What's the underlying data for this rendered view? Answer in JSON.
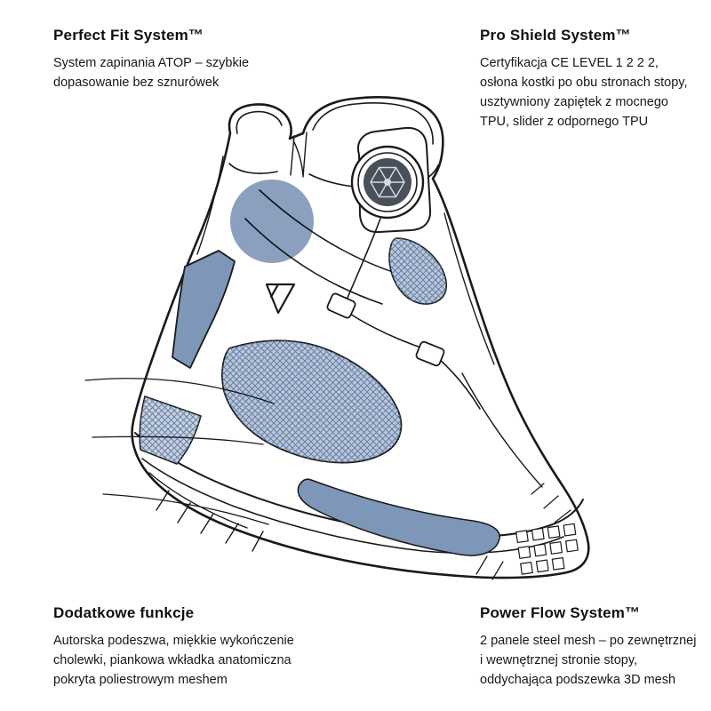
{
  "features": [
    {
      "id": "perfect-fit-system",
      "position": "top-left",
      "title": "Perfect Fit System™",
      "description": "System zapinania ATOP – szybkie dopasowanie bez sznurówek"
    },
    {
      "id": "pro-shield-system",
      "position": "top-right",
      "title": "Pro Shield System™",
      "description": "Certyfikacja CE LEVEL 1 2 2 2, osłona kostki po obu stronach stopy, usztywniony zapiętek z mocnego TPU, slider z odpornego TPU"
    },
    {
      "id": "dodatkowe-funkcje",
      "position": "bottom-left",
      "title": "Dodatkowe funkcje",
      "description": "Autorska podeszwa, miękkie wykończenie cholewki, piankowa wkładka anatomiczna pokryta poliestrowym meshem"
    },
    {
      "id": "power-flow-system",
      "position": "bottom-right",
      "title": "Power Flow System™",
      "description": "2 panele steel mesh – po zewnętrznej i wewnętrznej stronie stopy, oddychająca podszewka 3D mesh"
    }
  ],
  "illustration": {
    "name": "motorcycle-boot-technical-line-drawing",
    "elements": [
      "boa-dial",
      "ankle-highlight-circle",
      "shin-panel",
      "side-mesh-panel",
      "toe-mesh-panel",
      "heel-panel",
      "lace-wire",
      "strap-keepers",
      "sole-tread",
      "leader-lines",
      "brand-logo-mark"
    ],
    "colors": {
      "outline": "#1A1A1C",
      "accent_solid": "#7E96B7",
      "mesh_base": "#B9C6DA",
      "mesh_line": "#5D769C",
      "dial_face": "#49505A",
      "background": "#FFFFFF"
    }
  }
}
